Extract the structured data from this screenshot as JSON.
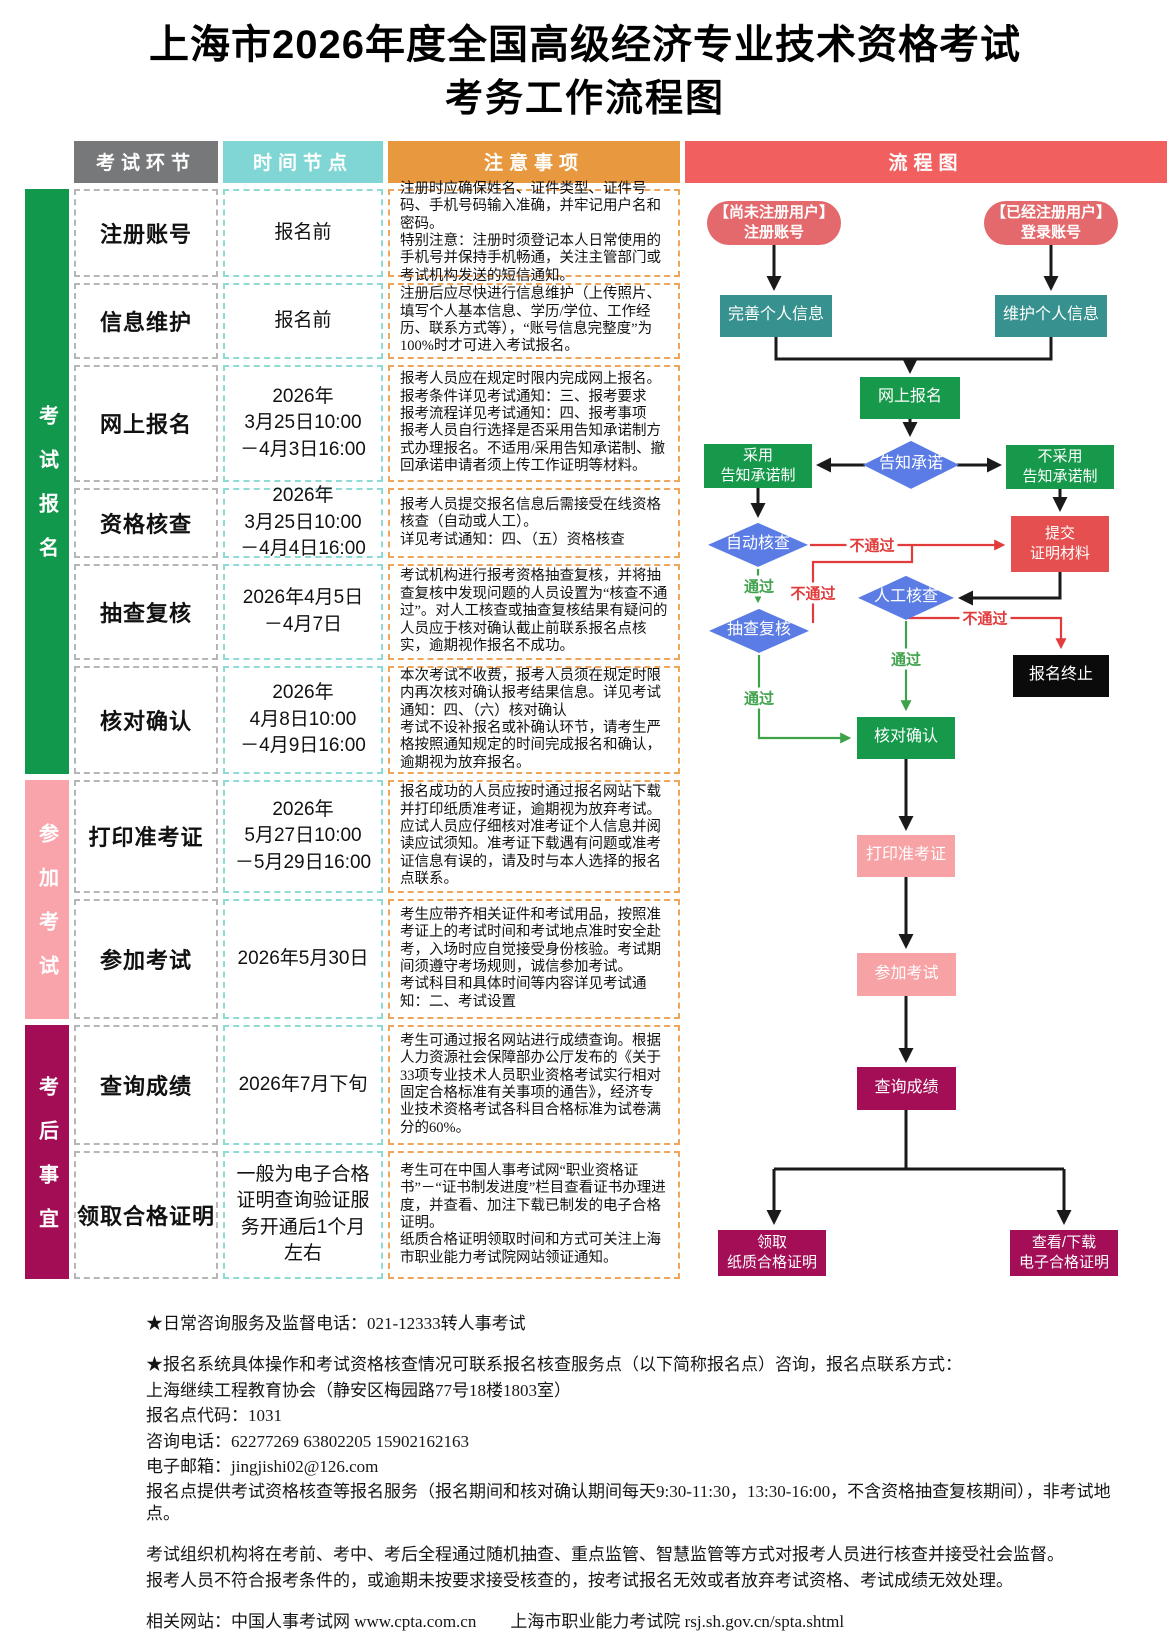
{
  "title": {
    "line1": "上海市2026年度全国高级经济专业技术资格考试",
    "line2": "考务工作流程图"
  },
  "table": {
    "headers": {
      "stage": "考试环节",
      "time": "时间节点",
      "note": "注意事项",
      "flow": "流程图"
    },
    "groups": [
      {
        "label": "考试报名",
        "color": "#12984C"
      },
      {
        "label": "参加考试",
        "color": "#F9A3AB"
      },
      {
        "label": "考后事宜",
        "color": "#A30D55"
      }
    ],
    "rows": [
      {
        "stage": "注册账号",
        "time": "报名前",
        "note": "注册时应确保姓名、证件类型、证件号码、手机号码输入准确，并牢记用户名和密码。\n特别注意：注册时须登记本人日常使用的手机号并保持手机畅通，关注主管部门或考试机构发送的短信通知。"
      },
      {
        "stage": "信息维护",
        "time": "报名前",
        "note": "注册后应尽快进行信息维护（上传照片、填写个人基本信息、学历/学位、工作经历、联系方式等），“账号信息完整度”为100%时才可进入考试报名。"
      },
      {
        "stage": "网上报名",
        "time": "2026年\n3月25日10:00\n－4月3日16:00",
        "note": "报考人员应在规定时限内完成网上报名。\n报考条件详见考试通知：三、报考要求\n报考流程详见考试通知：四、报考事项\n报考人员自行选择是否采用告知承诺制方式办理报名。不适用/采用告知承诺制、撤回承诺申请者须上传工作证明等材料。"
      },
      {
        "stage": "资格核查",
        "time": "2026年\n3月25日10:00\n－4月4日16:00",
        "note": "报考人员提交报名信息后需接受在线资格核查（自动或人工）。\n详见考试通知：四、（五）资格核查"
      },
      {
        "stage": "抽查复核",
        "time": "2026年4月5日\n－4月7日",
        "note": "考试机构进行报考资格抽查复核，并将抽查复核中发现问题的人员设置为“核查不通过”。对人工核查或抽查复核结果有疑问的人员应于核对确认截止前联系报名点核实，逾期视作报名不成功。"
      },
      {
        "stage": "核对确认",
        "time": "2026年\n4月8日10:00\n－4月9日16:00",
        "note": "本次考试不收费，报考人员须在规定时限内再次核对确认报考结果信息。详见考试通知：四、（六）核对确认\n考试不设补报名或补确认环节，请考生严格按照通知规定的时间完成报名和确认，逾期视为放弃报名。"
      },
      {
        "stage": "打印准考证",
        "time": "2026年\n5月27日10:00\n－5月29日16:00",
        "note": "报名成功的人员应按时通过报名网站下载并打印纸质准考证，逾期视为放弃考试。\n应试人员应仔细核对准考证个人信息并阅读应试须知。准考证下载遇有问题或准考证信息有误的，请及时与本人选择的报名点联系。"
      },
      {
        "stage": "参加考试",
        "time": "2026年5月30日",
        "note": "考生应带齐相关证件和考试用品，按照准考证上的考试时间和考试地点准时安全赴考，入场时应自觉接受身份核验。考试期间须遵守考场规则，诚信参加考试。\n考试科目和具体时间等内容详见考试通知：二、考试设置"
      },
      {
        "stage": "查询成绩",
        "time": "2026年7月下旬",
        "note": "考生可通过报名网站进行成绩查询。根据人力资源社会保障部办公厅发布的《关于33项专业技术人员职业资格考试实行相对固定合格标准有关事项的通告》，经济专业技术资格考试各科目合格标准为试卷满分的60%。"
      },
      {
        "stage": "领取合格证明",
        "time": "一般为电子合格证明查询验证服务开通后1个月左右",
        "note": "考生可在中国人事考试网“职业资格证书”－“证书制发进度”栏目查看证书办理进度，并查看、加注下载已制发的电子合格证明。\n纸质合格证明领取时间和方式可关注上海市职业能力考试院网站领证通知。"
      }
    ]
  },
  "flowchart": {
    "nodes": {
      "reg_new": "【尚未注册用户】\n注册账号",
      "reg_old": "【已经注册用户】\n登录账号",
      "complete_info": "完善个人信息",
      "maintain_info": "维护个人信息",
      "online_reg": "网上报名",
      "promise": "告知承诺",
      "adopt": "采用\n告知承诺制",
      "not_adopt": "不采用\n告知承诺制",
      "auto_check": "自动核查",
      "submit_proof": "提交\n证明材料",
      "manual_check": "人工核查",
      "spot_review": "抽查复核",
      "terminate": "报名终止",
      "confirm": "核对确认",
      "print_ticket": "打印准考证",
      "take_exam": "参加考试",
      "query_score": "查询成绩",
      "paper_cert": "领取\n纸质合格证明",
      "e_cert": "查看/下载\n电子合格证明"
    },
    "edge_labels": {
      "pass": "通过",
      "fail": "不通过"
    }
  },
  "footer": {
    "hotline": "★日常咨询服务及监督电话：021-12333转人事考试",
    "reg_point_intro": "★报名系统具体操作和考试资格核查情况可联系报名核查服务点（以下简称报名点）咨询，报名点联系方式：",
    "org": "上海继续工程教育协会（静安区梅园路77号18楼1803室）",
    "code": "报名点代码：1031",
    "phone": "咨询电话：62277269 63802205 15902162163",
    "email": "电子邮箱：jingjishi02@126.com",
    "service": "报名点提供考试资格核查等报名服务（报名期间和核对确认期间每天9:30-11:30，13:30-16:00，不含资格抽查复核期间），非考试地点。",
    "supervision1": "考试组织机构将在考前、考中、考后全程通过随机抽查、重点监管、智慧监管等方式对报考人员进行核查并接受社会监督。",
    "supervision2": "报考人员不符合报考条件的，或逾期未按要求接受核查的，按考试报名无效或者放弃考试资格、考试成绩无效处理。",
    "websites": "相关网站：中国人事考试网 www.cpta.com.cn　　上海市职业能力考试院 rsj.sh.gov.cn/spta.shtml"
  },
  "colors": {
    "header_stage": "#77787A",
    "header_time": "#7FD6D4",
    "header_note": "#E8993F",
    "header_flow": "#F15F5E",
    "flow_green": "#17994B",
    "flow_teal": "#37918E",
    "flow_blue": "#5B7CE4",
    "flow_coral": "#E4696C",
    "flow_red": "#E54F4F",
    "flow_pink": "#F7A2A5",
    "flow_maroon": "#A30E57",
    "flow_black": "#0B0B0B",
    "edge_pass": "#3DA24A",
    "edge_fail": "#E23B3B"
  }
}
